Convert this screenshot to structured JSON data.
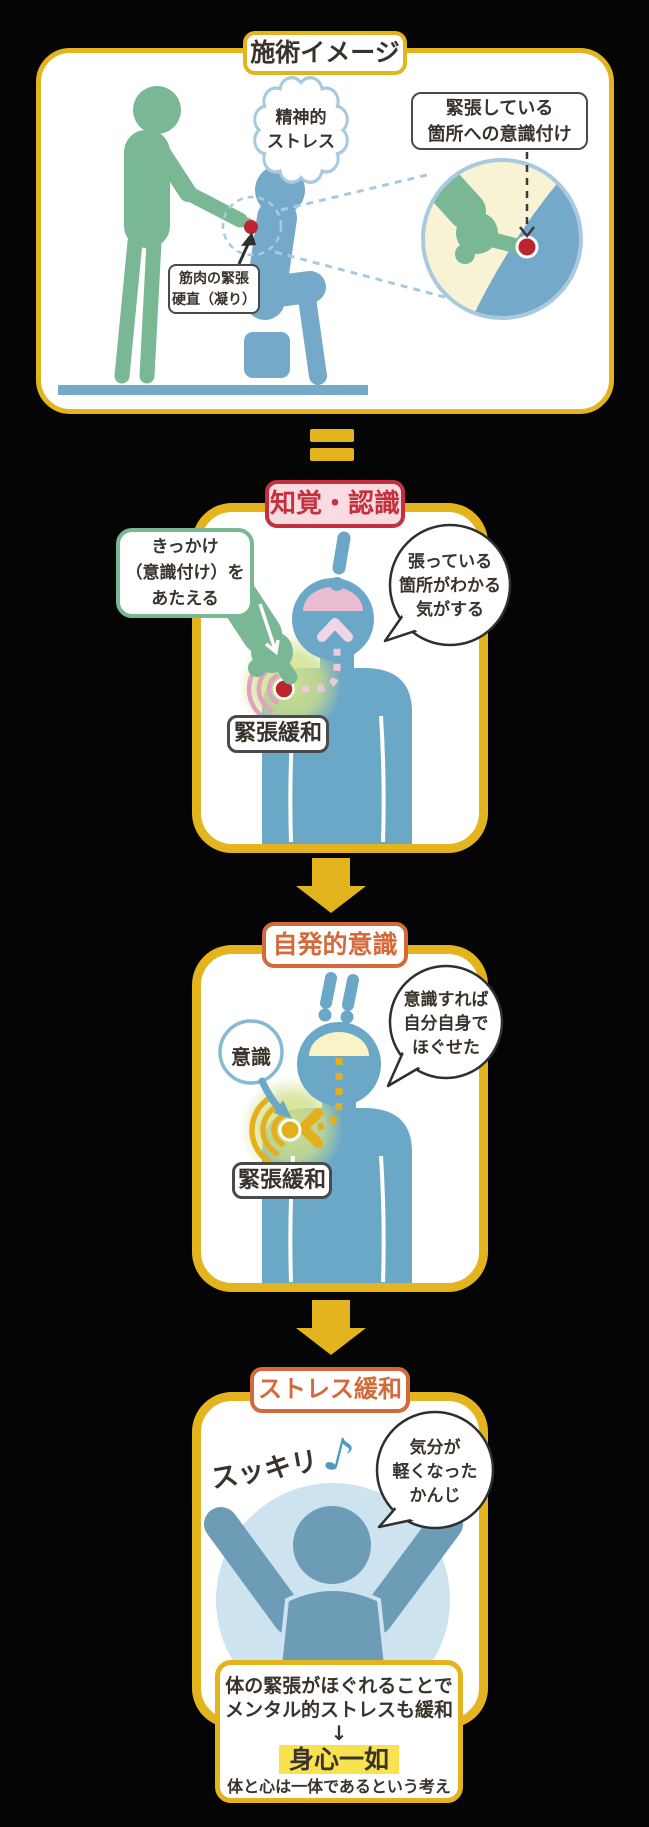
{
  "section1": {
    "title": "施術イメージ",
    "stress_bubble": "精神的\nストレス",
    "awareness_note": "緊張している\n箇所への意識付け",
    "muscle_label": "筋肉の緊張\n硬直（凝り）"
  },
  "connector1": {
    "symbol": "="
  },
  "section2": {
    "label": "知覚・認識",
    "trigger_bubble": "きっかけ\n（意識付け）を\nあたえる",
    "speech": "張っている\n箇所がわかる\n気がする",
    "relief_label": "緊張緩和"
  },
  "section3": {
    "label": "自発的意識",
    "awareness_circle": "意識",
    "speech": "意識すれば\n自分自身で\nほぐせた",
    "relief_label": "緊張緩和"
  },
  "section4": {
    "label": "ストレス緩和",
    "refreshed_text": "スッキリ",
    "music_note": "♪",
    "speech": "気分が\n軽くなった\nかんじ",
    "summary": {
      "line1": "体の緊張がほぐれることで",
      "line2": "メンタル的ストレスも緩和",
      "arrow": "↓",
      "highlight": "身心一如",
      "caption": "体と心は一体であるという考え"
    }
  },
  "colors": {
    "background": "#000000",
    "frame_gold": "#e4b41f",
    "therapist_green": "#79b795",
    "patient_blue": "#74a9c9",
    "figure_blue": "#6ba7c7",
    "relaxed_blue": "#6d9db6",
    "halo_blue": "#cde3f0",
    "tension_red": "#bc2430",
    "label_red": "#c5303e",
    "label_red_bg": "#f8dce1",
    "label_orange": "#d4693a",
    "brain_pink": "#e9bcd2",
    "brain_cream": "#faf3c6",
    "wave_pink": "#dfa3bf",
    "wave_gold": "#e4af1c",
    "magnifier_cream": "#f8f3d4",
    "sky_outline": "#a9cade",
    "highlight_yellow": "#f9e24f",
    "text_dark": "#3a332b"
  }
}
